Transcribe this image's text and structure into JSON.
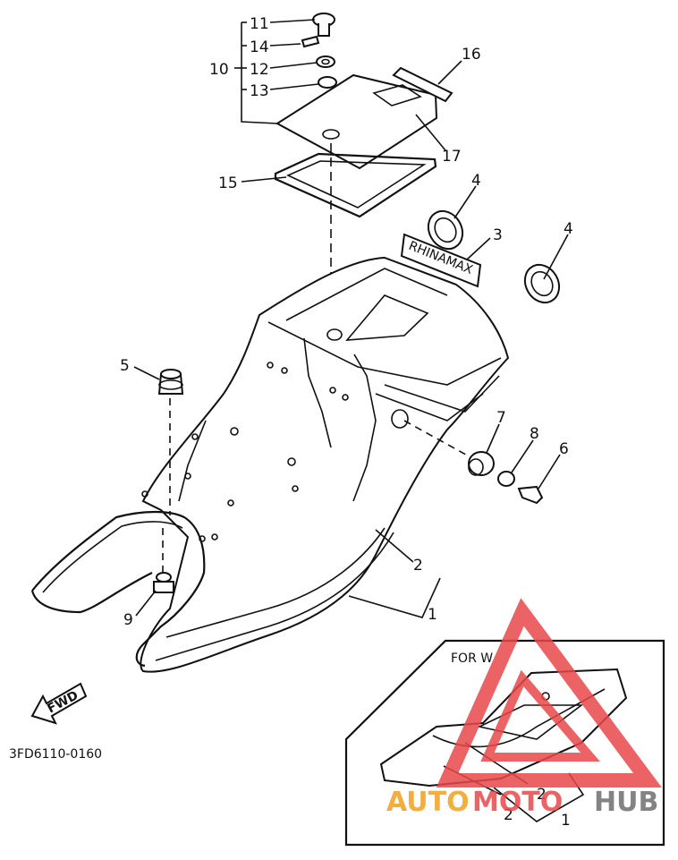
{
  "diagram": {
    "code": "3FD6110-0160",
    "inset_title": "FOR W",
    "fwd_label": "FWD",
    "decal_text": "RHINAMAX",
    "labels": {
      "p1": "1",
      "p2": "2",
      "p3": "3",
      "p4a": "4",
      "p4b": "4",
      "p5": "5",
      "p6": "6",
      "p7": "7",
      "p8": "8",
      "p9": "9",
      "p10": "10",
      "p11": "11",
      "p12": "12",
      "p13": "13",
      "p14": "14",
      "p15": "15",
      "p16": "16",
      "p17": "17",
      "inset_p1": "1",
      "inset_p2a": "2",
      "inset_p2b": "2"
    }
  },
  "watermark": {
    "part1": "AUTO",
    "part2": "MOTO",
    "part3": "HUB",
    "color_orange": "#f0a020",
    "color_red": "#e8484a",
    "color_gray": "#6e6e6e"
  }
}
